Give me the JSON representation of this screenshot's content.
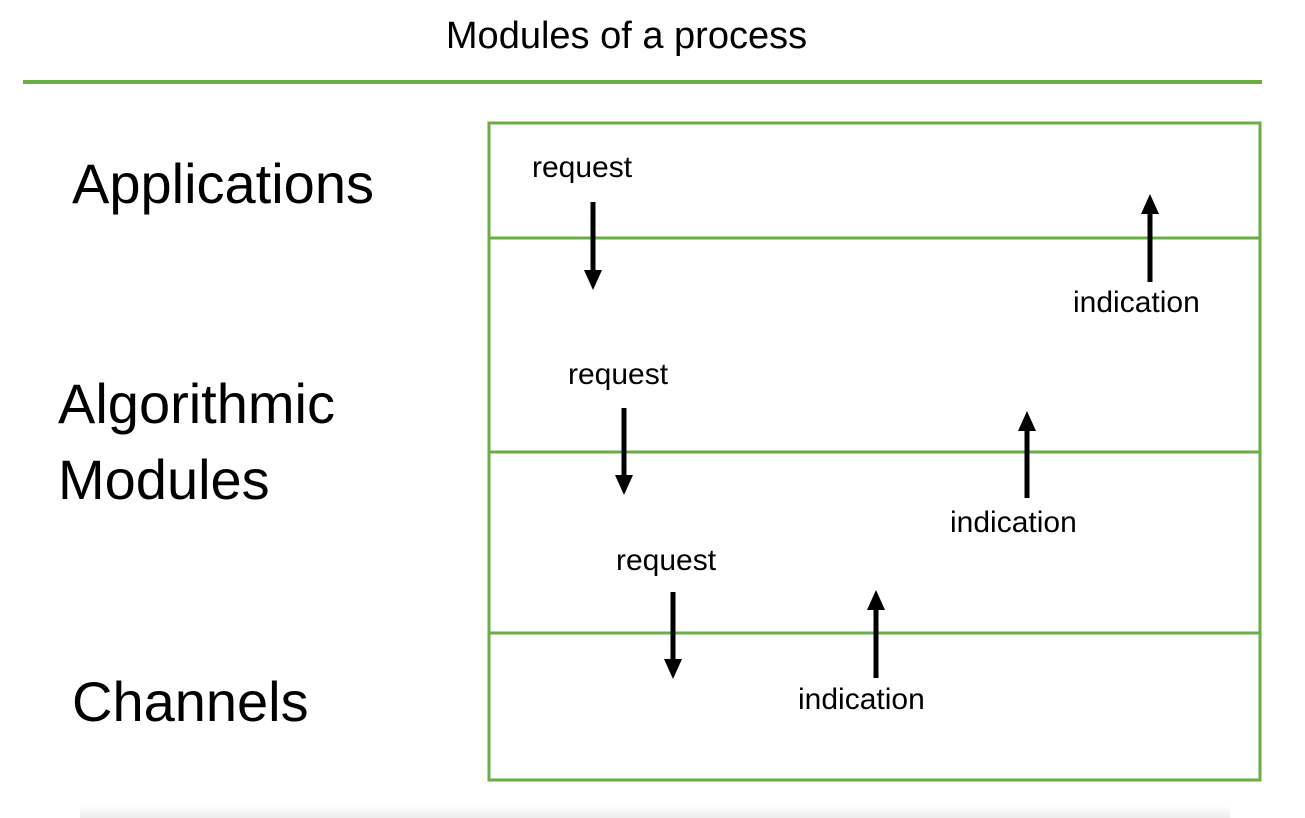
{
  "title": "Modules of a process",
  "colors": {
    "accent_green": "#6aad45",
    "arrow": "#000000",
    "text": "#000000"
  },
  "layers": {
    "applications": "Applications",
    "algorithmic_line1": "Algorithmic",
    "algorithmic_line2": "Modules",
    "channels": "Channels"
  },
  "arrows": {
    "request_1": "request",
    "request_2": "request",
    "request_3": "request",
    "indication_1": "indication",
    "indication_2": "indication",
    "indication_3": "indication"
  }
}
